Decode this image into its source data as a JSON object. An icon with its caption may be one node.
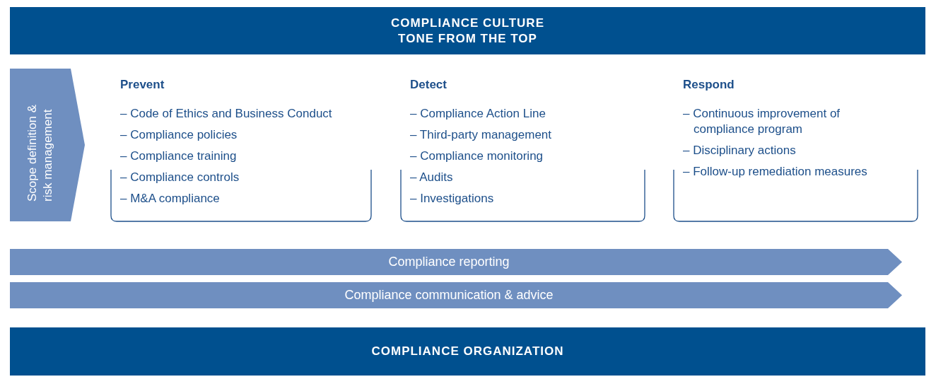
{
  "diagram": {
    "nodes": [
      {
        "text": [
          "COMPLIANCE CULTURE",
          "TONE FROM THE TOP"
        ]
      },
      {
        "text": [
          "Scope definition & risk management"
        ]
      },
      {
        "text": [
          "Prevent",
          "– Code of Ethics and Business Conduct",
          "– Compliance policies",
          "– Compliance training",
          "– Compliance controls",
          "– M&A compliance"
        ]
      },
      {
        "text": [
          "Detect",
          "– Compliance Action Line",
          "– Third-party management",
          "– Compliance monitoring",
          "– Audits",
          "– Investigations"
        ]
      },
      {
        "text": [
          "Respond",
          "– Continuous improvement of compliance program",
          "– Disciplinary actions",
          "– Follow-up remediation measures"
        ]
      },
      {
        "text": [
          "Compliance reporting"
        ]
      },
      {
        "text": [
          "Compliance communication & advice"
        ]
      },
      {
        "text": [
          "COMPLIANCE ORGANIZATION"
        ]
      }
    ]
  }
}
